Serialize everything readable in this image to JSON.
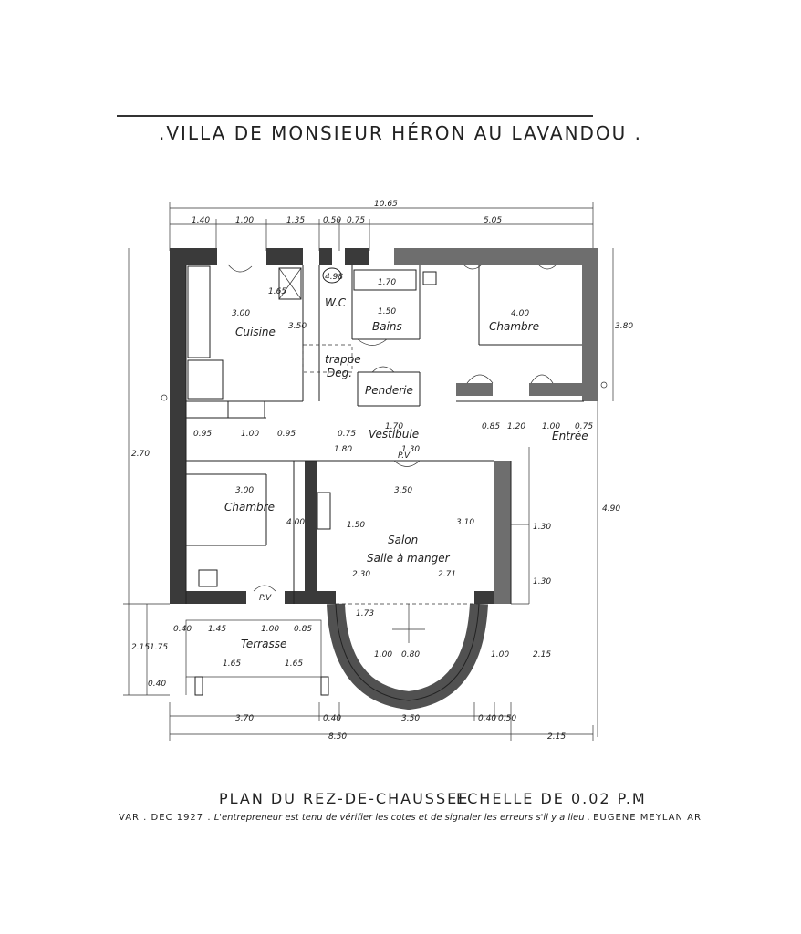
{
  "title": ".VILLA DE MONSIEUR HÉRON AU LAVANDOU .",
  "footer": {
    "plan": "PLAN DU REZ-DE-CHAUSSEE",
    "scale": "ECHELLE DE 0.02 P.M",
    "place_date": "VAR . DEC 1927 .",
    "note": "L'entrepreneur est tenu de vérifier les cotes et de signaler les erreurs s'il y a lieu .",
    "architect": "EUGENE MEYLAN ARCHI"
  },
  "rooms": {
    "cuisine": "Cuisine",
    "wc": "W.C",
    "bains": "Bains",
    "chambre_ne": "Chambre",
    "deg": "Deg.",
    "trappe": "trappe",
    "penderie": "Penderie",
    "vestibule": "Vestibule",
    "entree": "Entrée",
    "chambre_w": "Chambre",
    "salon": "Salon",
    "salle": "Salle à manger",
    "terrasse": "Terrasse",
    "pv1": "P.V",
    "pv2": "P.V"
  },
  "dims": {
    "total_w": "10.65",
    "top_1": "1.40",
    "top_2": "1.00",
    "top_3": "1.35",
    "top_4": "0.50",
    "top_5": "0.75",
    "top_6": "5.05",
    "cuisine_w": "3.00",
    "cuisine_h": "1.65",
    "cuisine_h2": "3.50",
    "bath_1": "4.98",
    "bath_2": "1.70",
    "bath_3": "1.50",
    "chambre_ne_w": "4.00",
    "chambre_ne_h": "3.80",
    "vest_w": "1.70",
    "vest_1": "1.80",
    "vest_2": "1.30",
    "ch_w_w": "3.00",
    "ch_w_h": "4.00",
    "salon_w": "3.50",
    "salon_h": "3.10",
    "salon_1": "2.30",
    "salon_2": "2.71",
    "salon_3": "1.50",
    "salon_4": "1.73",
    "right_1": "1.30",
    "right_2": "1.30",
    "right_3": "2.15",
    "right_4": "4.90",
    "left_1": "2.70",
    "left_2": "2.15",
    "left_3": "1.75",
    "left_4": "0.40",
    "terr_1": "1.45",
    "terr_2": "1.00",
    "terr_3": "0.85",
    "terr_4": "1.65",
    "terr_5": "1.65",
    "terr_6": "0.40",
    "bot_1": "3.70",
    "bot_2": "0.40",
    "bot_3": "3.50",
    "bot_4": "0.40",
    "bot_5": "0.50",
    "bot_total": "8.50",
    "bot_right": "2.15",
    "row_1": "0.95",
    "row_2": "1.00",
    "row_3": "0.95",
    "row_4": "0.75",
    "row_5": "0.85",
    "row_6": "1.20",
    "row_7": "1.00",
    "row_8": "0.75",
    "bay_1": "1.00",
    "bay_2": "0.80",
    "bay_3": "1.00"
  }
}
